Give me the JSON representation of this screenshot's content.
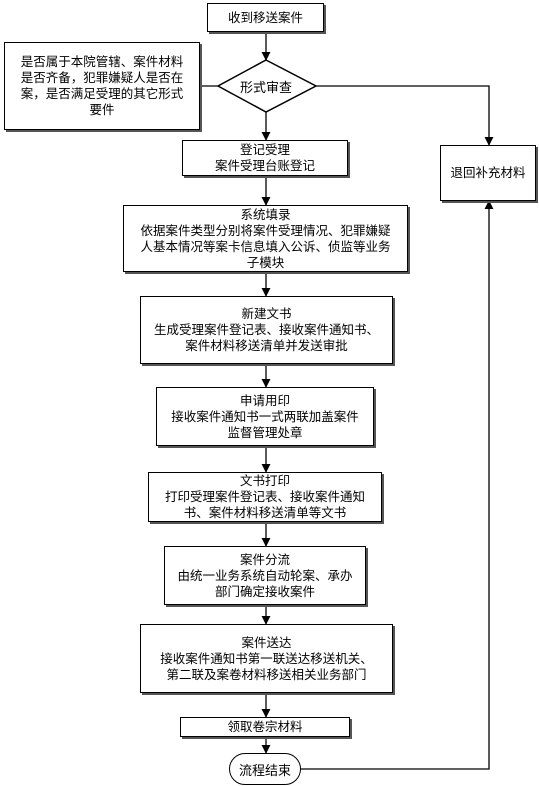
{
  "steps": {
    "receive": {
      "lines": [
        "收到移送案件"
      ]
    },
    "check_note": {
      "lines": [
        "是否属于本院管辖、案件材料",
        "是否齐备，犯罪嫌疑人是否在",
        "案，是否满足受理的其它形式",
        "要件"
      ]
    },
    "form_review": {
      "label": "形式审查"
    },
    "register": {
      "lines": [
        "登记受理",
        "案件受理台账登记"
      ]
    },
    "return_materials": {
      "lines": [
        "退回补充材料"
      ]
    },
    "system_entry": {
      "lines": [
        "系统填录",
        "依据案件类型分别将案件受理情况、犯罪嫌疑",
        "人基本情况等案卡信息填入公诉、侦监等业务",
        "子模块"
      ]
    },
    "new_document": {
      "lines": [
        "新建文书",
        "生成受理案件登记表、接收案件通知书、",
        "案件材料移送清单并发送审批"
      ]
    },
    "apply_seal": {
      "lines": [
        "申请用印",
        "接收案件通知书一式两联加盖案件",
        "监督管理处章"
      ]
    },
    "print_document": {
      "lines": [
        "文书打印",
        "打印受理案件登记表、接收案件通知",
        "书、案件材料移送清单等文书"
      ]
    },
    "case_distribution": {
      "lines": [
        "案件分流",
        "由统一业务系统自动轮案、承办",
        "部门确定接收案件"
      ]
    },
    "case_delivery": {
      "lines": [
        "案件送达",
        "接收案件通知书第一联送达移送机关、",
        "第二联及案卷材料移送相关业务部门"
      ]
    },
    "collect_materials": {
      "lines": [
        "领取卷宗材料"
      ]
    },
    "end": {
      "label": "流程结束"
    }
  }
}
